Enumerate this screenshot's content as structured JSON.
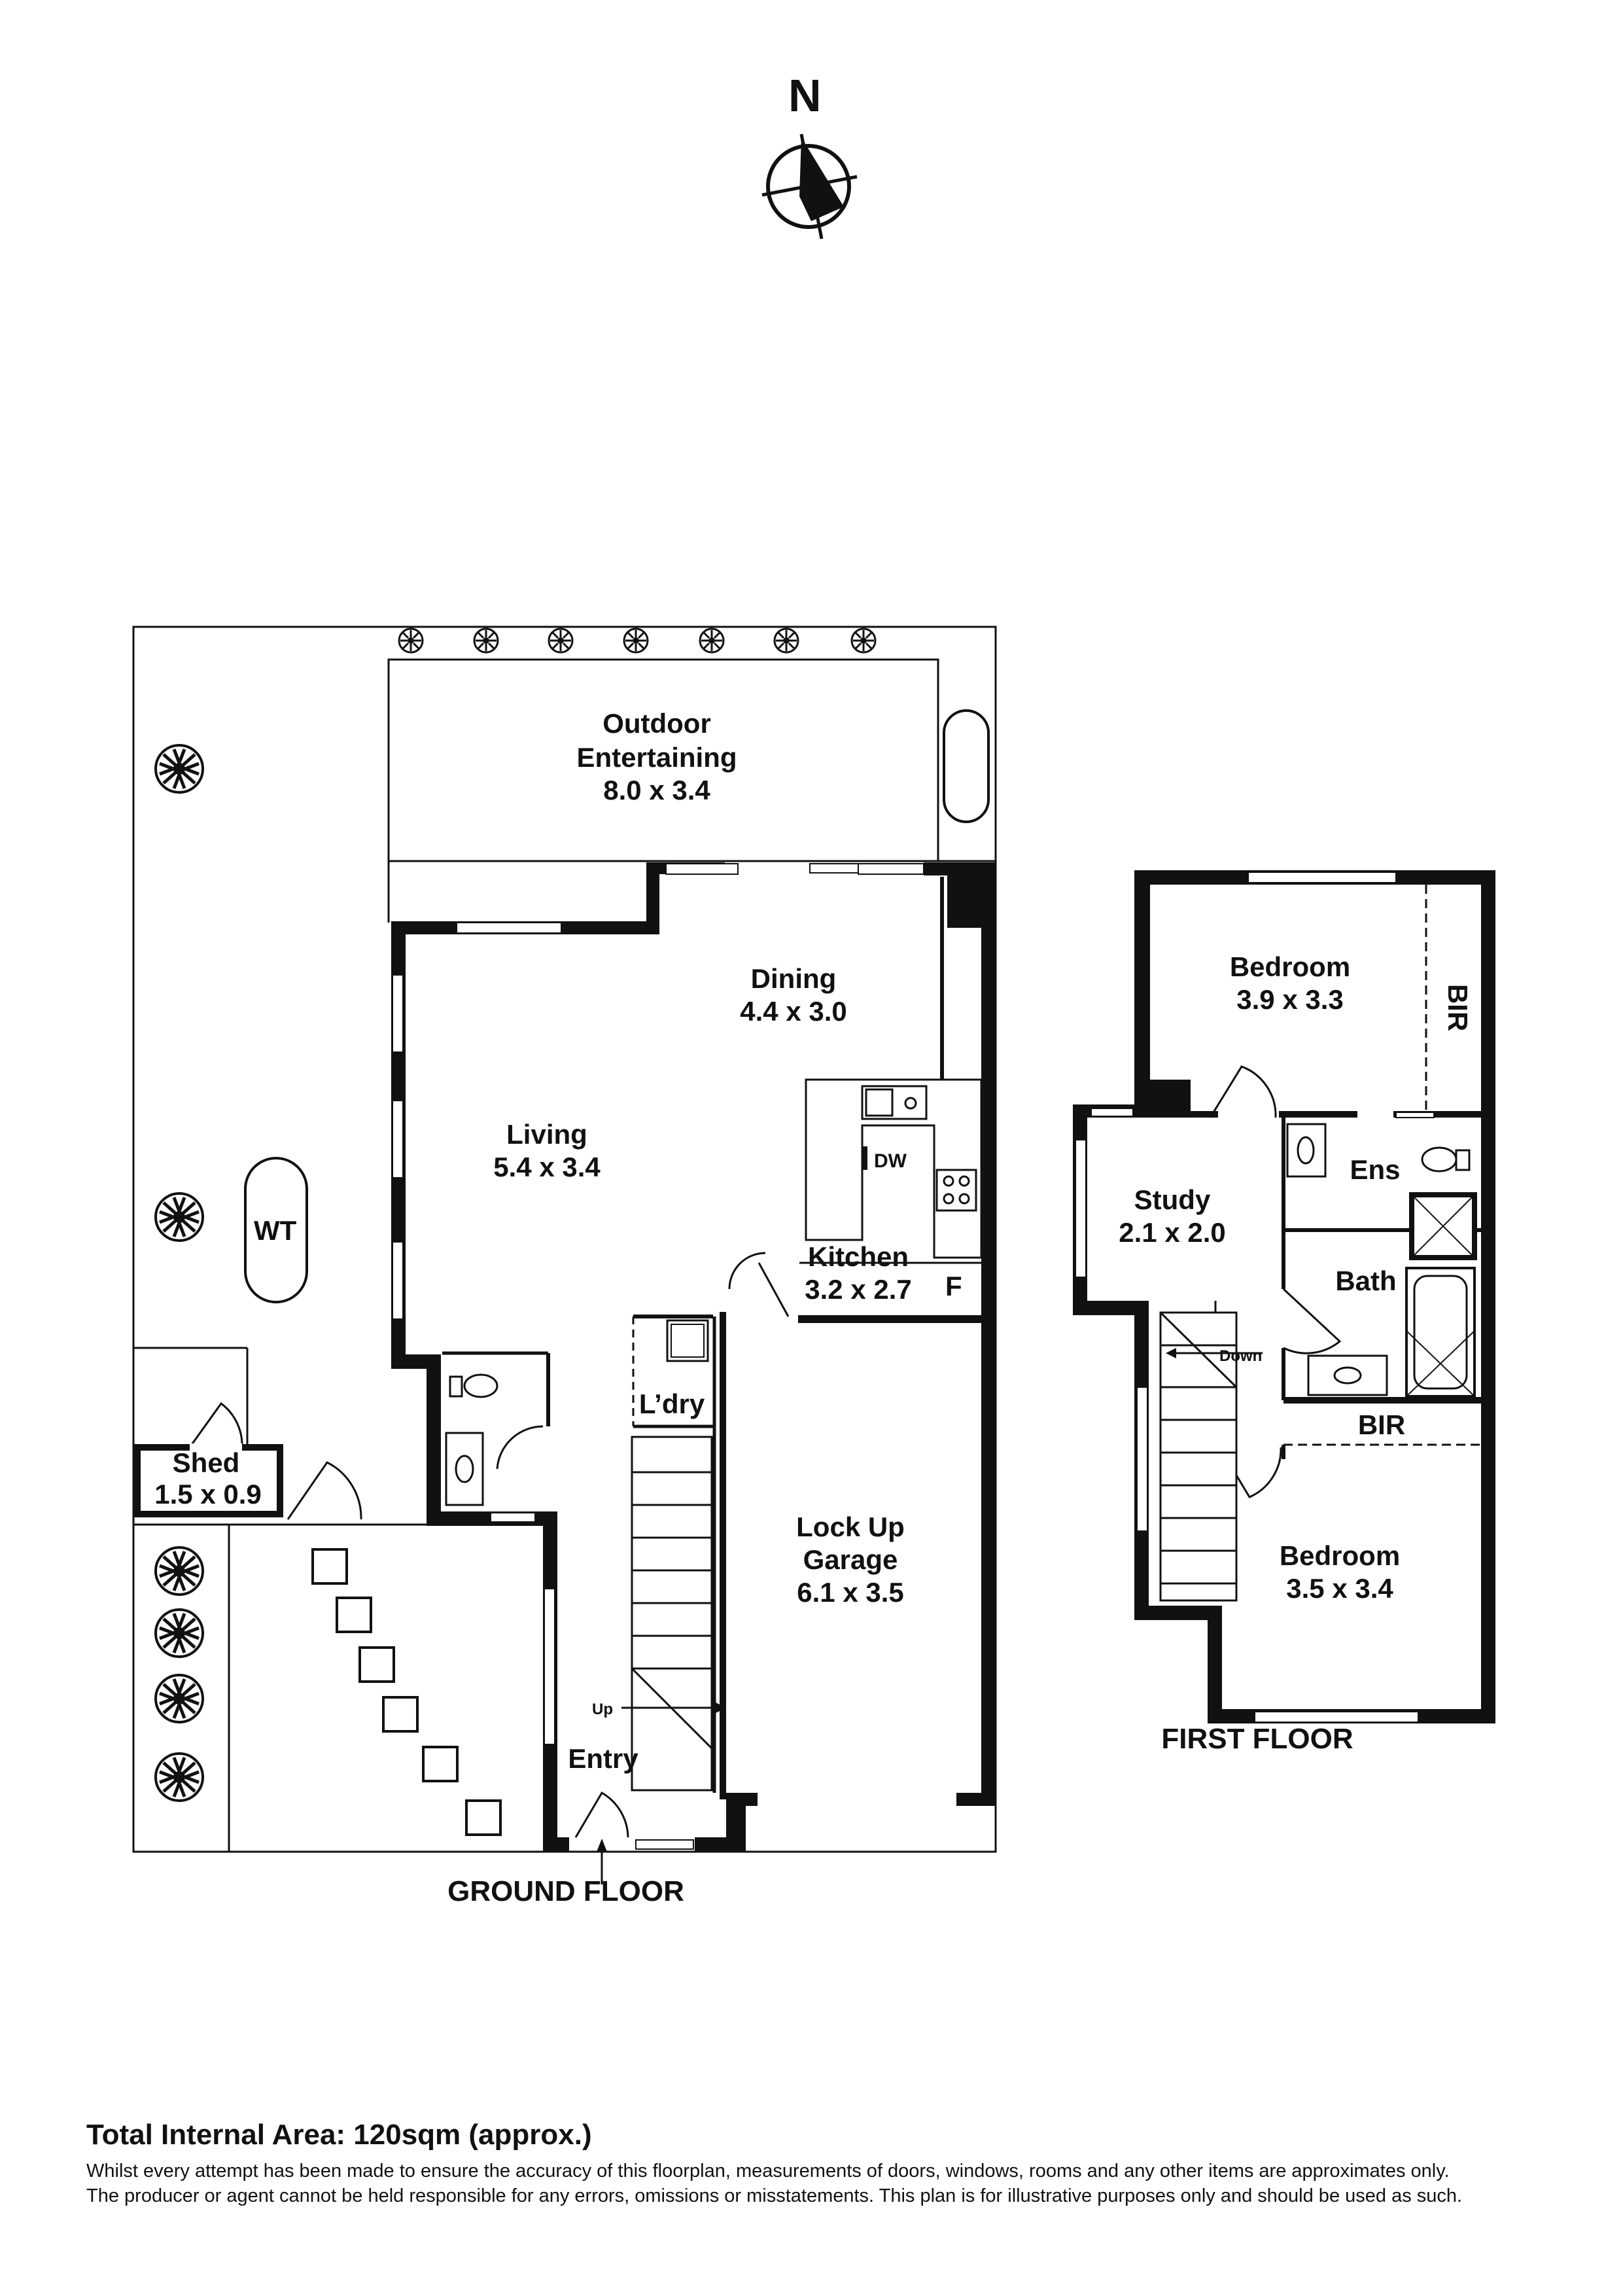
{
  "compass": {
    "label": "N"
  },
  "ground_floor": {
    "title": "GROUND FLOOR",
    "rooms": {
      "outdoor": {
        "name": "Outdoor\nEntertaining",
        "size": "8.0 x 3.4"
      },
      "dining": {
        "name": "Dining",
        "size": "4.4 x 3.0"
      },
      "living": {
        "name": "Living",
        "size": "5.4 x 3.4"
      },
      "kitchen": {
        "name": "Kitchen",
        "size": "3.2 x 2.7"
      },
      "laundry": {
        "name": "L’dry"
      },
      "garage": {
        "name": "Lock Up\nGarage",
        "size": "6.1 x 3.5"
      },
      "entry": {
        "name": "Entry"
      },
      "shed": {
        "name": "Shed",
        "size": "1.5 x 0.9"
      }
    },
    "labels": {
      "water_tank": "WT",
      "dishwasher": "DW",
      "fridge": "F",
      "stairs_up": "Up"
    }
  },
  "first_floor": {
    "title": "FIRST FLOOR",
    "rooms": {
      "bedroom1": {
        "name": "Bedroom",
        "size": "3.9 x 3.3"
      },
      "study": {
        "name": "Study",
        "size": "2.1 x 2.0"
      },
      "ensuite": {
        "name": "Ens"
      },
      "bath": {
        "name": "Bath"
      },
      "bedroom2": {
        "name": "Bedroom",
        "size": "3.5 x 3.4"
      }
    },
    "labels": {
      "bir_vertical": "BIR",
      "bir_horizontal": "BIR",
      "stairs_down": "Down"
    }
  },
  "footer": {
    "total_area": "Total Internal Area: 120sqm (approx.)",
    "disclaimer_line1": "Whilst every attempt has been made to ensure the accuracy of this floorplan, measurements of doors, windows, rooms and any other items are approximates only.",
    "disclaimer_line2": "The producer or agent cannot be held responsible for any errors, omissions or misstatements. This plan is for illustrative purposes only and should be used as such."
  }
}
